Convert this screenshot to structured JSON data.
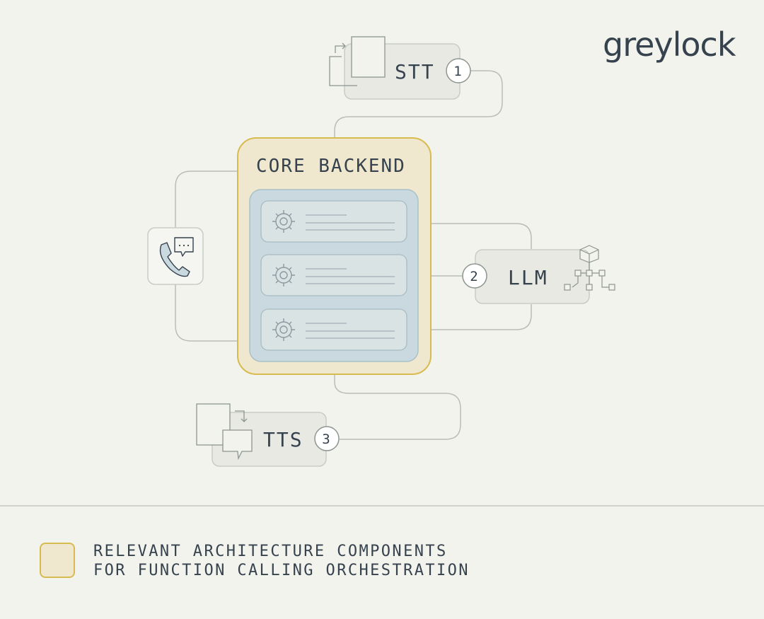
{
  "brand": {
    "logo_text": "greylock"
  },
  "diagram": {
    "core": {
      "title": "CORE BACKEND"
    },
    "stt": {
      "label": "STT",
      "step": "1"
    },
    "llm": {
      "label": "LLM",
      "step": "2"
    },
    "tts": {
      "label": "TTS",
      "step": "3"
    }
  },
  "legend": {
    "line1": "RELEVANT ARCHITECTURE COMPONENTS",
    "line2": "FOR FUNCTION CALLING ORCHESTRATION"
  },
  "colors": {
    "background": "#f3f3ee",
    "core_fill": "#efe8cf",
    "core_border": "#d8bb4e",
    "inner_fill": "#c9d9df",
    "text": "#36424d"
  }
}
